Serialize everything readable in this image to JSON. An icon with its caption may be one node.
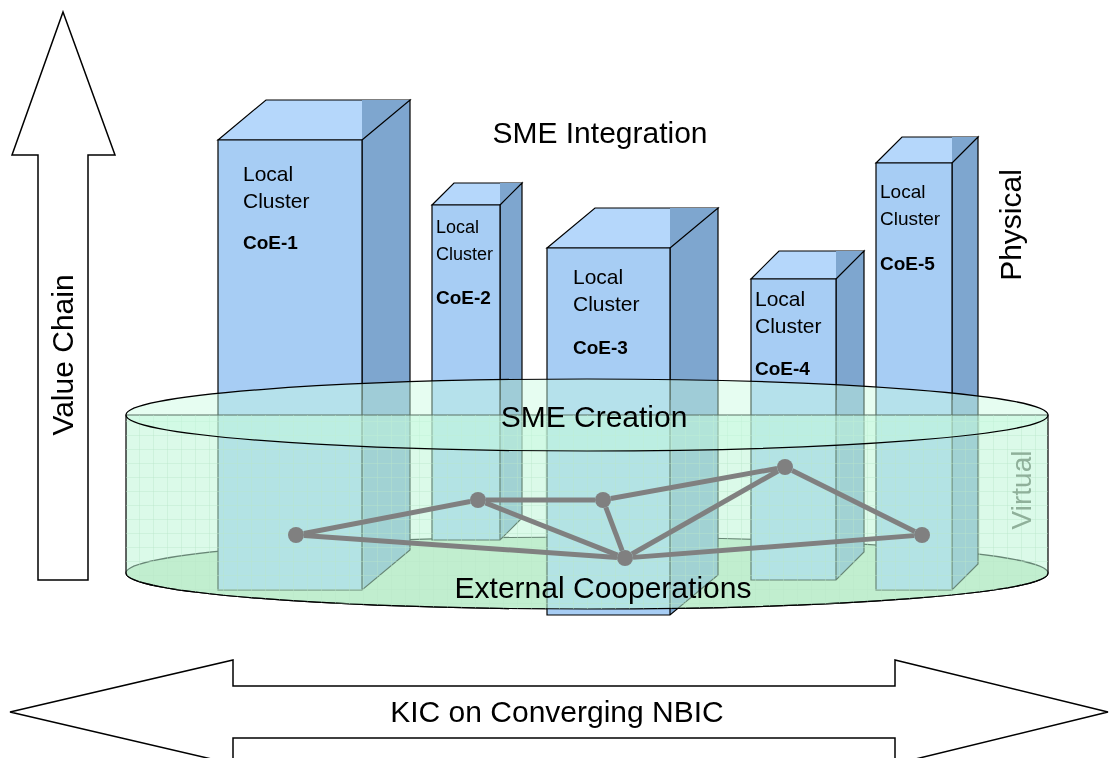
{
  "diagram": {
    "nodes": [
      {
        "text": [
          "Value Chain"
        ]
      },
      {
        "text": [
          "Local Cluster",
          "CoE-1"
        ]
      },
      {
        "text": [
          "Local Cluster",
          "CoE-2"
        ]
      },
      {
        "text": [
          "Local Cluster",
          "CoE-3"
        ]
      },
      {
        "text": [
          "Local Cluster",
          "CoE-4"
        ]
      },
      {
        "text": [
          "Local Cluster",
          "CoE-5"
        ]
      },
      {
        "text": [
          "SME Creation",
          "Virtual",
          "External Cooperations"
        ]
      },
      {
        "text": [],
        "shape": "circle",
        "in": 6
      },
      {
        "text": [],
        "shape": "circle",
        "in": 6
      },
      {
        "text": [],
        "shape": "circle",
        "in": 6
      },
      {
        "text": [],
        "shape": "circle",
        "in": 6
      },
      {
        "text": [],
        "shape": "circle",
        "in": 6
      },
      {
        "text": [],
        "shape": "circle",
        "in": 6
      },
      {
        "text": [
          "KIC on Converging NBIC"
        ]
      }
    ],
    "edges": [
      {
        "from": 7,
        "to": 8,
        "arrow": "none"
      },
      {
        "from": 8,
        "to": 9,
        "arrow": "none"
      },
      {
        "from": 9,
        "to": 11,
        "arrow": "none"
      },
      {
        "from": 11,
        "to": 12,
        "arrow": "none"
      },
      {
        "from": 7,
        "to": 10,
        "arrow": "none"
      },
      {
        "from": 8,
        "to": 10,
        "arrow": "none"
      },
      {
        "from": 9,
        "to": 10,
        "arrow": "none"
      },
      {
        "from": 11,
        "to": 10,
        "arrow": "none"
      },
      {
        "from": 10,
        "to": 12,
        "arrow": "none"
      }
    ],
    "labels": [
      "SME Integration",
      "Physical"
    ]
  }
}
